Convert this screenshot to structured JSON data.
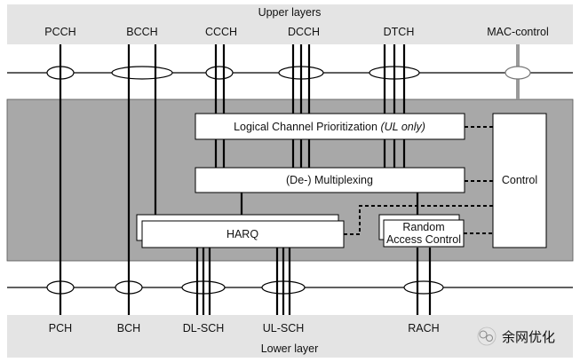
{
  "upper": {
    "title": "Upper layers"
  },
  "lower": {
    "title": "Lower layer"
  },
  "logical_channels": [
    "PCCH",
    "BCCH",
    "CCCH",
    "DCCH",
    "DTCH",
    "MAC-control"
  ],
  "transport_channels": [
    "PCH",
    "BCH",
    "DL-SCH",
    "UL-SCH",
    "RACH"
  ],
  "blocks": {
    "lcp": {
      "label": "Logical Channel Prioritization ",
      "suffix": "(UL only)"
    },
    "mux": {
      "label": "(De-) Multiplexing"
    },
    "harq": {
      "label": "HARQ"
    },
    "rac": {
      "line1": "Random",
      "line2": "Access Control"
    },
    "control": {
      "label": "Control"
    }
  },
  "watermark": {
    "text": "余网优化"
  },
  "colors": {
    "band": "#e4e4e4",
    "mac_body": "#a8a8a8",
    "line": "#000000",
    "control_link": "#999999"
  }
}
